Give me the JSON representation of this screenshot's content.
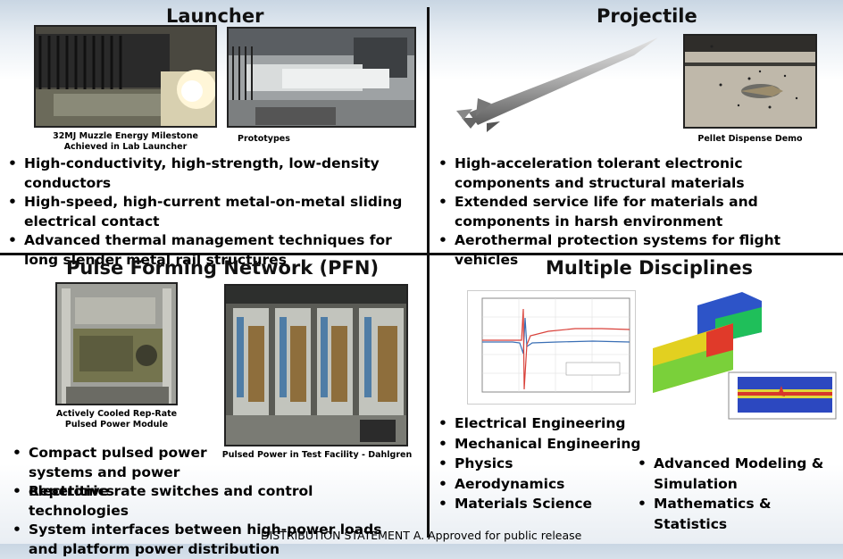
{
  "launcher": {
    "title": "Launcher",
    "caption_1_line1": "32MJ Muzzle Energy Milestone",
    "caption_1_line2": "Achieved in Lab Launcher",
    "caption_2": "Prototypes",
    "bullets": [
      "High-conductivity, high-strength, low-density conductors",
      "High-speed, high-current metal-on-metal sliding electrical contact",
      "Advanced thermal management techniques for long slender metal rail structures"
    ]
  },
  "projectile": {
    "title": "Projectile",
    "caption": "Pellet Dispense Demo",
    "bullets": [
      "High-acceleration tolerant electronic components and structural materials",
      "Extended service life for materials and components in harsh environment",
      "Aerothermal protection systems for flight vehicles"
    ]
  },
  "pfn": {
    "title": "Pulse Forming Network (PFN)",
    "caption_1_line1": "Actively Cooled Rep-Rate",
    "caption_1_line2": "Pulsed Power Module",
    "caption_2": "Pulsed Power in Test Facility - Dahlgren",
    "bullets": [
      "Compact pulsed power systems and power electronics",
      "Repetitive rate switches and control technologies",
      "System interfaces between high-power loads and platform power distribution"
    ]
  },
  "disciplines": {
    "title": "Multiple Disciplines",
    "left_list": [
      "Electrical Engineering",
      "Mechanical Engineering",
      "Physics",
      "Aerodynamics",
      "Materials Science"
    ],
    "right_list": [
      "Advanced Modeling & Simulation",
      "Mathematics & Statistics"
    ]
  },
  "footer": "DISTRIBUTION STATEMENT A. Approved for public release",
  "colors": {
    "divider": "#111111",
    "background_top": "#c9d6e3"
  }
}
